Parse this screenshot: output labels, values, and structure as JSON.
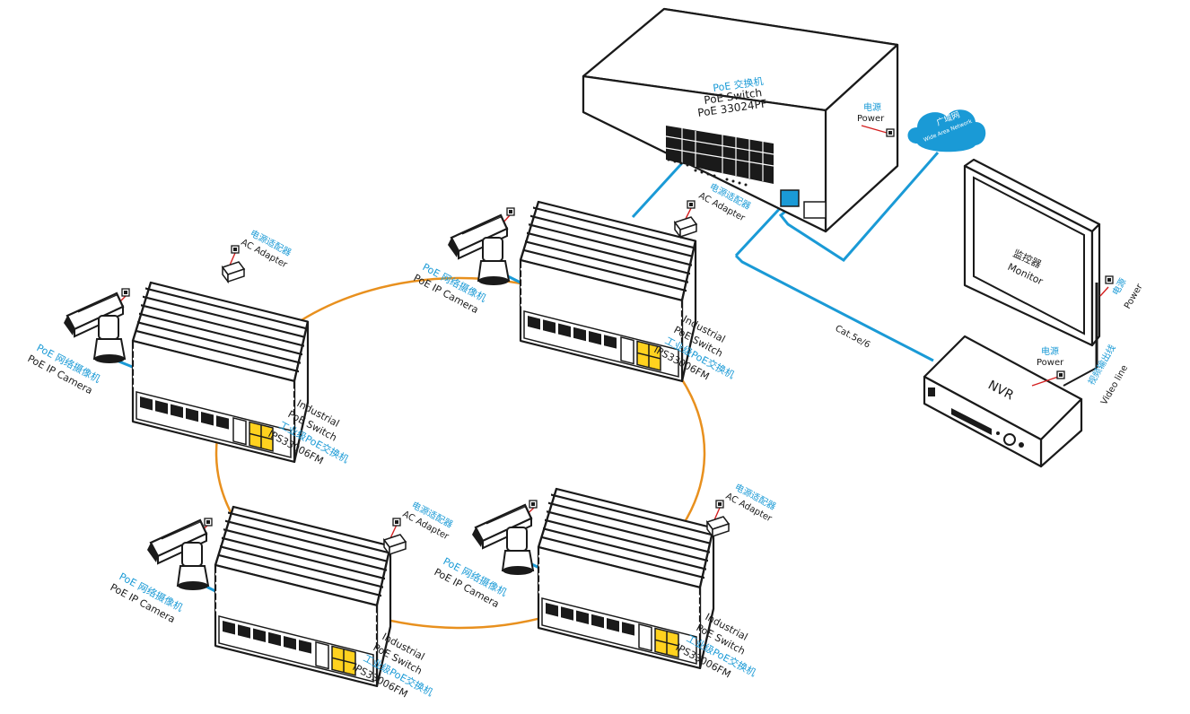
{
  "colors": {
    "accent_blue": "#1a9ad6",
    "ring_orange": "#e8901e",
    "power_red": "#d42020",
    "outline": "#1a1a1a"
  },
  "core_switch": {
    "label_cn": "PoE 交换机",
    "label_en1": "PoE Switch",
    "label_model": "PoE 33024PF"
  },
  "core_power": {
    "cn": "电源",
    "en": "Power"
  },
  "cloud": {
    "cn": "广域网",
    "en": "Wide Area Network"
  },
  "monitor": {
    "cn": "监控器",
    "en": "Monitor"
  },
  "monitor_power": {
    "cn": "电源",
    "en": "Power"
  },
  "nvr": {
    "label": "NVR"
  },
  "nvr_power": {
    "cn": "电源",
    "en": "Power"
  },
  "video_line": {
    "cn": "视频输出线",
    "en": "Video line"
  },
  "cable": {
    "label": "Cat.5e/6"
  },
  "switches": [
    {
      "en1": "Industrial",
      "en2": "PoE Switch",
      "cn": "工业级PoE交换机",
      "model": "IPS33006FM"
    },
    {
      "en1": "Industrial",
      "en2": "PoE Switch",
      "cn": "工业级PoE交换机",
      "model": "IPS33006FM"
    },
    {
      "en1": "Industrial",
      "en2": "PoE Switch",
      "cn": "工业级PoE交换机",
      "model": "IPS33006FM"
    },
    {
      "en1": "Industrial",
      "en2": "PoE Switch",
      "cn": "工业级PoE交换机",
      "model": "IPS33006FM"
    }
  ],
  "adapters": [
    {
      "cn": "电源适配器",
      "en": "AC Adapter"
    },
    {
      "cn": "电源适配器",
      "en": "AC Adapter"
    },
    {
      "cn": "电源适配器",
      "en": "AC Adapter"
    },
    {
      "cn": "电源适配器",
      "en": "AC Adapter"
    }
  ],
  "cameras": [
    {
      "cn": "PoE 网络摄像机",
      "en": "PoE IP Camera"
    },
    {
      "cn": "PoE 网络摄像机",
      "en": "PoE IP Camera"
    },
    {
      "cn": "PoE 网络摄像机",
      "en": "PoE IP Camera"
    },
    {
      "cn": "PoE 网络摄像机",
      "en": "PoE IP Camera"
    }
  ]
}
